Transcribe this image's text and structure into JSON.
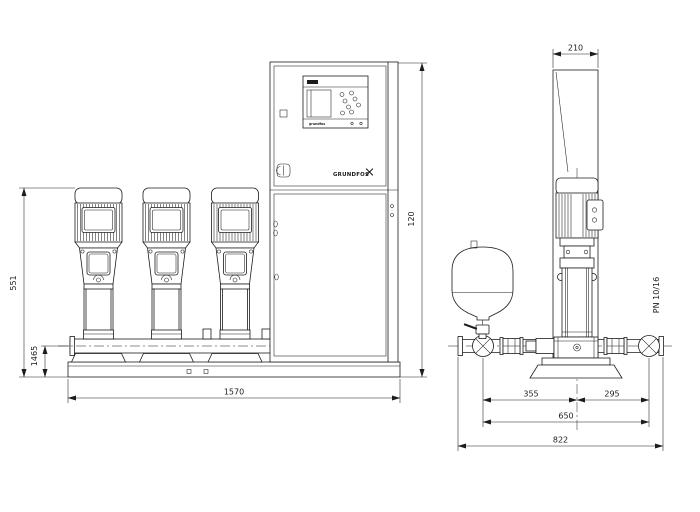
{
  "front_view": {
    "pump_count": 3,
    "dimensions": {
      "overall_height": "551",
      "pipe_centre_height": "1465",
      "base_length": "1570",
      "cabinet_height": "120"
    },
    "cabinet": {
      "brand_label": "GRUNDFOS",
      "panel_brand_label": "grundfos"
    }
  },
  "side_view": {
    "dimensions": {
      "cabinet_depth": "210",
      "suction_to_centre": "355",
      "centre_to_discharge": "295",
      "flange_span": "650",
      "overall_depth": "822"
    },
    "pressure_rating": "PN 10/16"
  },
  "colors": {
    "line": "#1c1c1c",
    "background": "#ffffff"
  }
}
